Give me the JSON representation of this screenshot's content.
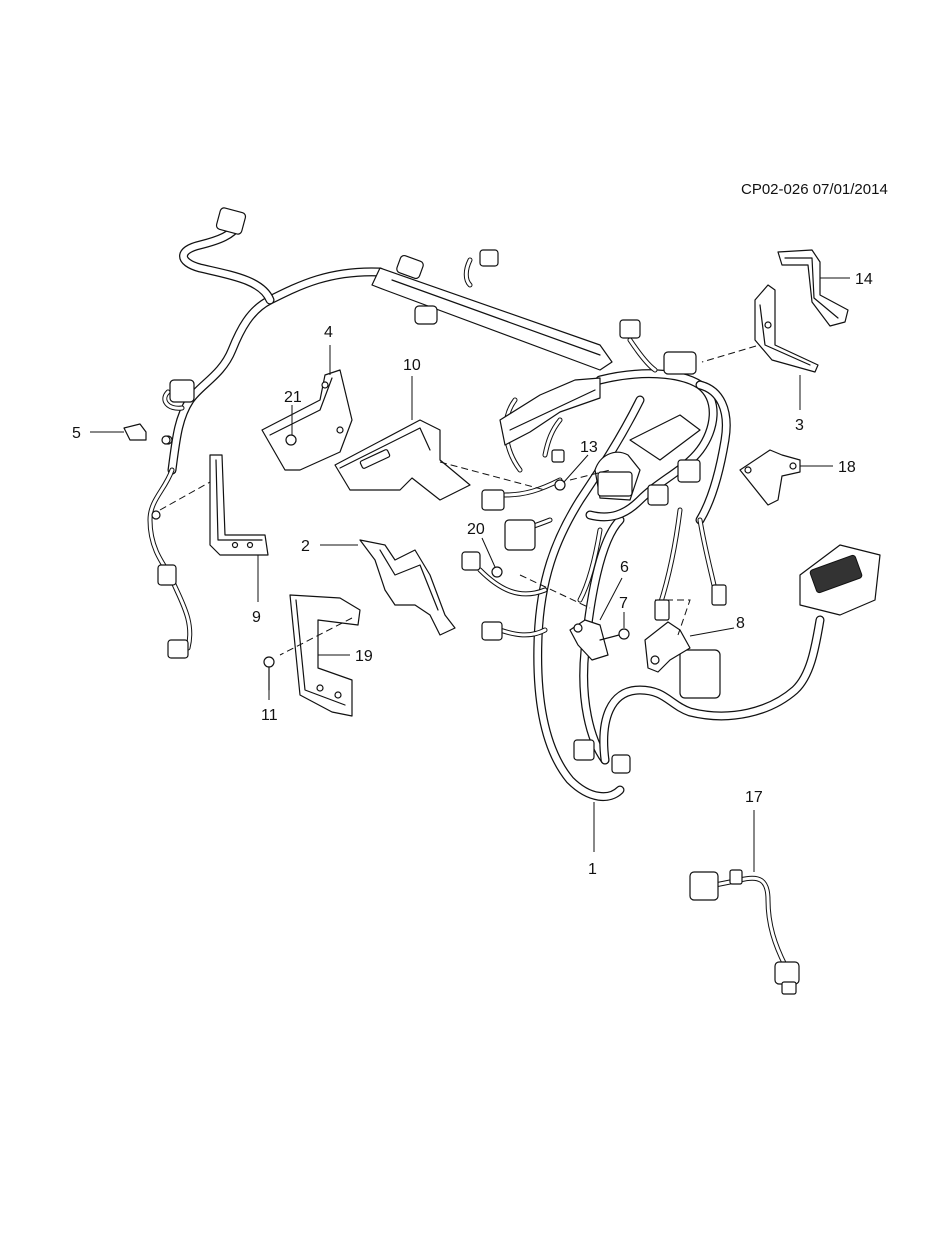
{
  "drawing_ref": "CP02-026 07/01/2014",
  "callouts": [
    {
      "id": "1",
      "label": "1"
    },
    {
      "id": "2",
      "label": "2"
    },
    {
      "id": "3",
      "label": "3"
    },
    {
      "id": "4",
      "label": "4"
    },
    {
      "id": "5",
      "label": "5"
    },
    {
      "id": "6",
      "label": "6"
    },
    {
      "id": "7",
      "label": "7"
    },
    {
      "id": "8",
      "label": "8"
    },
    {
      "id": "9",
      "label": "9"
    },
    {
      "id": "10",
      "label": "10"
    },
    {
      "id": "11",
      "label": "11"
    },
    {
      "id": "13",
      "label": "13"
    },
    {
      "id": "14",
      "label": "14"
    },
    {
      "id": "17",
      "label": "17"
    },
    {
      "id": "18",
      "label": "18"
    },
    {
      "id": "19",
      "label": "19"
    },
    {
      "id": "20",
      "label": "20"
    },
    {
      "id": "21",
      "label": "21"
    }
  ]
}
